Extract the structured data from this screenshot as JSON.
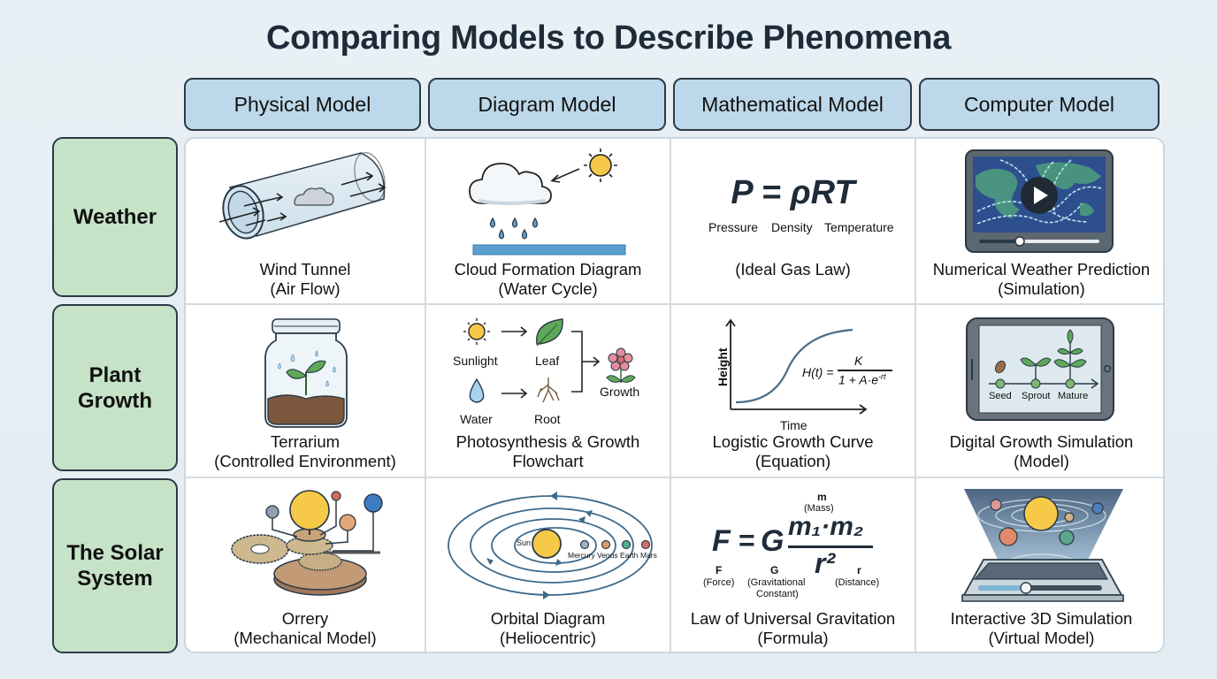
{
  "title": "Comparing Models to Describe Phenomena",
  "columns": [
    {
      "label": "Physical Model"
    },
    {
      "label": "Diagram Model"
    },
    {
      "label": "Mathematical Model"
    },
    {
      "label": "Computer Model"
    }
  ],
  "rows": [
    {
      "label_line1": "Weather",
      "label_line2": ""
    },
    {
      "label_line1": "Plant",
      "label_line2": "Growth"
    },
    {
      "label_line1": "The Solar",
      "label_line2": "System"
    }
  ],
  "cells": {
    "weather_physical": {
      "title": "Wind Tunnel",
      "subtitle": "(Air Flow)",
      "icon": "wind-tunnel-icon"
    },
    "weather_diagram": {
      "title": "Cloud Formation Diagram",
      "subtitle": "(Water Cycle)",
      "icon": "cloud-rain-sun-icon"
    },
    "weather_math": {
      "title": "",
      "subtitle": "(Ideal Gas Law)",
      "equation": "P = ρRT",
      "terms": [
        "Pressure",
        "Density",
        "Temperature"
      ]
    },
    "weather_computer": {
      "title": "Numerical Weather Prediction",
      "subtitle": "(Simulation)",
      "icon": "weather-video-player-icon"
    },
    "plant_physical": {
      "title": "Terrarium",
      "subtitle": "(Controlled Environment)",
      "icon": "terrarium-jar-icon"
    },
    "plant_diagram": {
      "title": "Photosynthesis & Growth",
      "subtitle": "Flowchart",
      "nodes": {
        "sunlight": "Sunlight",
        "leaf": "Leaf",
        "water": "Water",
        "root": "Root",
        "growth": "Growth"
      }
    },
    "plant_math": {
      "title": "Logistic Growth Curve",
      "subtitle": "(Equation)",
      "ylabel": "Height",
      "xlabel": "Time",
      "eq_lhs": "H(t) =",
      "eq_num": "K",
      "eq_den": "1 + A·e",
      "eq_exp": "-rt"
    },
    "plant_computer": {
      "title": "Digital Growth Simulation",
      "subtitle": "(Model)",
      "stages": [
        "Seed",
        "Sprout",
        "Mature"
      ]
    },
    "solar_physical": {
      "title": "Orrery",
      "subtitle": "(Mechanical Model)",
      "icon": "orrery-icon"
    },
    "solar_diagram": {
      "title": "Orbital Diagram",
      "subtitle": "(Heliocentric)",
      "sun": "Sun",
      "planets": [
        "Mercury",
        "Venus",
        "Earth",
        "Mars"
      ]
    },
    "solar_math": {
      "title": "Law of Universal Gravitation",
      "subtitle": "(Formula)",
      "eq_F": "F",
      "eq_eq": "=",
      "eq_G": "G",
      "eq_num": "m₁·m₂",
      "eq_den": "r²",
      "mass_sym": "m",
      "mass_label": "(Mass)",
      "force_sym": "F",
      "force_label": "(Force)",
      "grav_sym": "G",
      "grav_label_1": "(Gravitational",
      "grav_label_2": "Constant)",
      "dist_sym": "r",
      "dist_label": "(Distance)"
    },
    "solar_computer": {
      "title": "Interactive 3D Simulation",
      "subtitle": "(Virtual Model)",
      "icon": "hologram-solar-system-icon"
    }
  },
  "colors": {
    "header_fill": "#bdd8ea",
    "row_label_fill": "#c6e3c7",
    "outline": "#2b3a47",
    "sun_yellow": "#f7c948",
    "water_blue": "#5b9fd1"
  }
}
